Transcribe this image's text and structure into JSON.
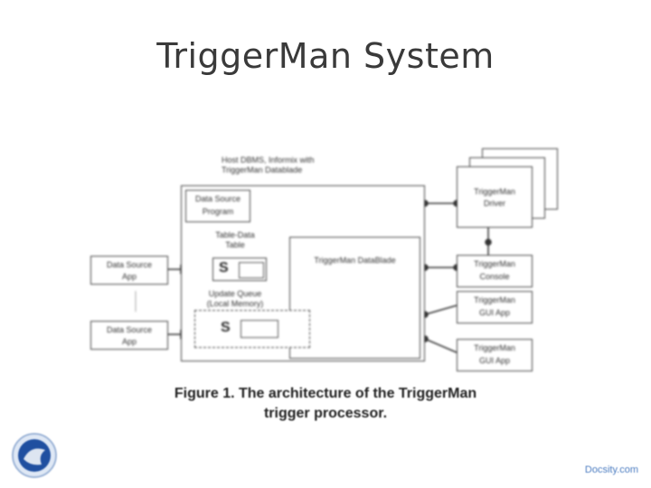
{
  "slide": {
    "title": "TriggerMan System",
    "caption_line1": "Figure 1.  The architecture of the TriggerMan",
    "caption_line2": "trigger processor.",
    "watermark": "Docsity.com"
  },
  "diagram": {
    "db_note_line1": "Host DBMS, Informix with",
    "db_note_line2": "TriggerMan Datablade",
    "host_box_line1": "Data Source",
    "host_box_line2": "Program",
    "table_label_line1": "Table-Data",
    "table_label_line2": "Table",
    "table_symbol": "S",
    "queue_label_line1": "Update Queue",
    "queue_label_line2": "(Local Memory)",
    "queue_symbol": "S",
    "left_box1_line1": "Data Source",
    "left_box1_line2": "App",
    "left_box2_line1": "Data Source",
    "left_box2_line2": "App",
    "ds_label": "TriggerMan DataBlade",
    "driver_line1": "TriggerMan",
    "driver_line2": "Driver",
    "client1_line1": "TriggerMan",
    "client1_line2": "Console",
    "client2_line1": "TriggerMan",
    "client2_line2": "GUI App",
    "client3_line1": "TriggerMan",
    "client3_line2": "GUI App"
  },
  "colors": {
    "logo_blue": "#1f4fa0",
    "watermark": "#4a7bc0"
  }
}
